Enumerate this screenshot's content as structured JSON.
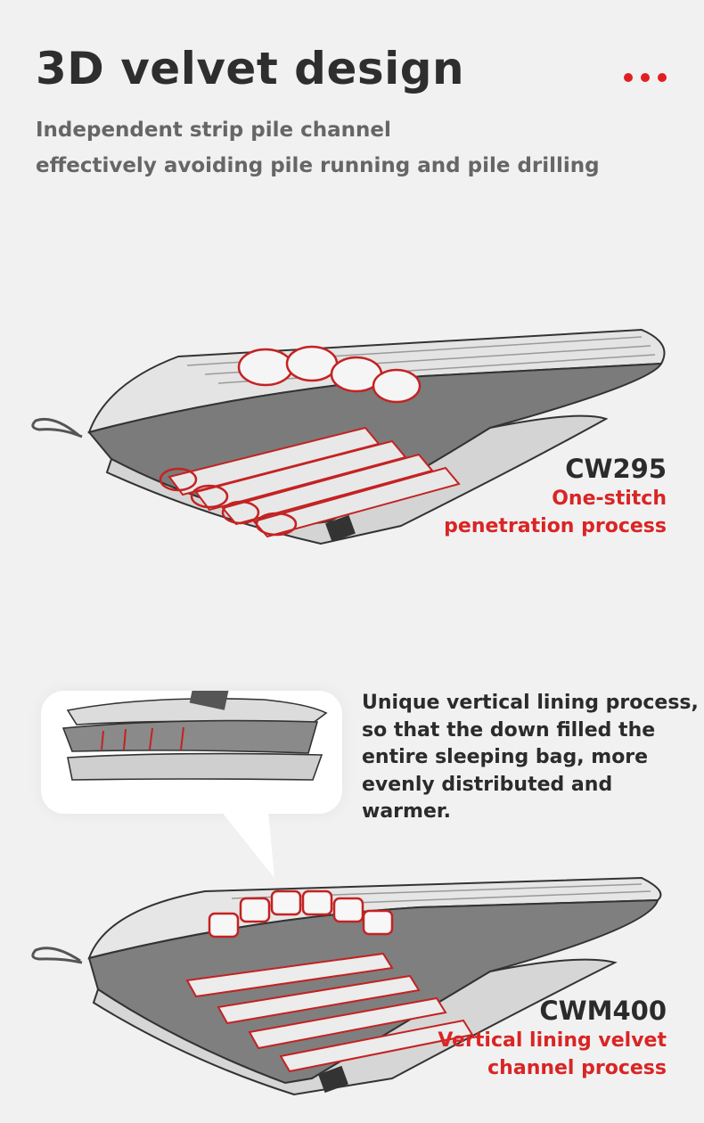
{
  "header": {
    "title": "3D velvet design",
    "subtitle_lines": [
      "Independent strip pile channel",
      "effectively avoiding pile running and pile drilling"
    ]
  },
  "section1": {
    "model": "CW295",
    "process_lines": [
      "One-stitch",
      "penetration process"
    ]
  },
  "section2": {
    "description_lines": [
      "Unique vertical lining process,",
      "so that the down filled the",
      "entire sleeping bag, more",
      "evenly distributed and",
      "warmer."
    ],
    "model": "CWM400",
    "process_lines": [
      "Vertical lining velvet",
      "channel process"
    ]
  },
  "colors": {
    "accent_red": "#d92525",
    "background": "#f1f1f1",
    "title_text": "#2e2e2e",
    "subtitle_text": "#666666"
  },
  "icons": [
    "menu-dots-icon",
    "sleeping-bag-cw295-illustration",
    "sleeping-bag-cwm400-illustration",
    "lining-layers-illustration"
  ]
}
